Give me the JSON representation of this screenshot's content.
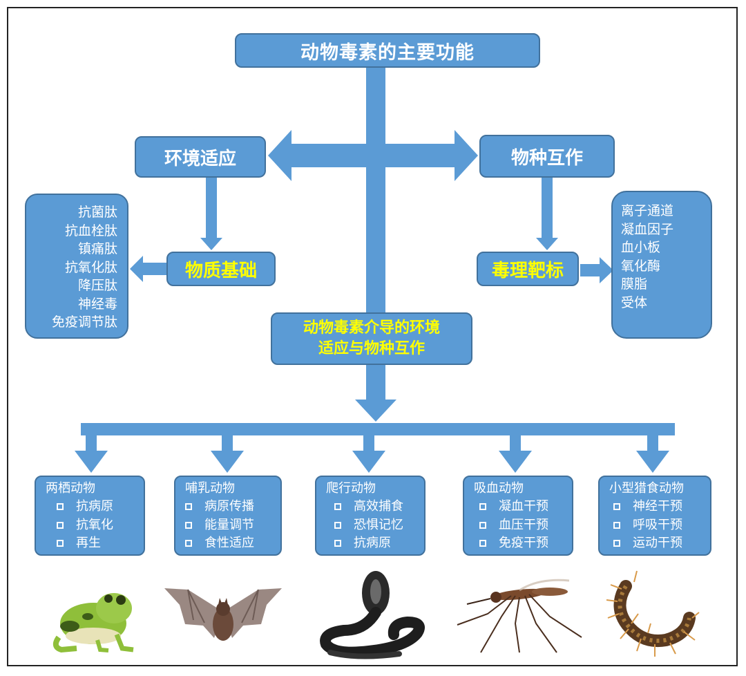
{
  "title": "动物毒素的主要功能",
  "left_branch": {
    "label": "环境适应",
    "basis_label": "物质基础",
    "items": [
      "抗菌肽",
      "抗血栓肽",
      "镇痛肽",
      "抗氧化肽",
      "降压肽",
      "神经毒",
      "免疫调节肽"
    ]
  },
  "right_branch": {
    "label": "物种互作",
    "target_label": "毒理靶标",
    "items": [
      "离子通道",
      "凝血因子",
      "血小板",
      "氧化酶",
      "膜脂",
      "受体"
    ]
  },
  "center_box": {
    "line1": "动物毒素介导的环境",
    "line2": "适应与物种互作"
  },
  "animals": [
    {
      "name": "两栖动物",
      "items": [
        "抗病原",
        "抗氧化",
        "再生"
      ],
      "icon": "frog-image"
    },
    {
      "name": "哺乳动物",
      "items": [
        "病原传播",
        "能量调节",
        "食性适应"
      ],
      "icon": "bat-image"
    },
    {
      "name": "爬行动物",
      "items": [
        "高效捕食",
        "恐惧记忆",
        "抗病原"
      ],
      "icon": "cobra-image"
    },
    {
      "name": "吸血动物",
      "items": [
        "凝血干预",
        "血压干预",
        "免疫干预"
      ],
      "icon": "mosquito-image"
    },
    {
      "name": "小型猎食动物",
      "items": [
        "神经干预",
        "呼吸干预",
        "运动干预"
      ],
      "icon": "centipede-image"
    }
  ],
  "colors": {
    "box": "#5b9bd5",
    "border": "#41719c",
    "arrow": "#5b9bd5",
    "highlight": "#ffff00"
  }
}
